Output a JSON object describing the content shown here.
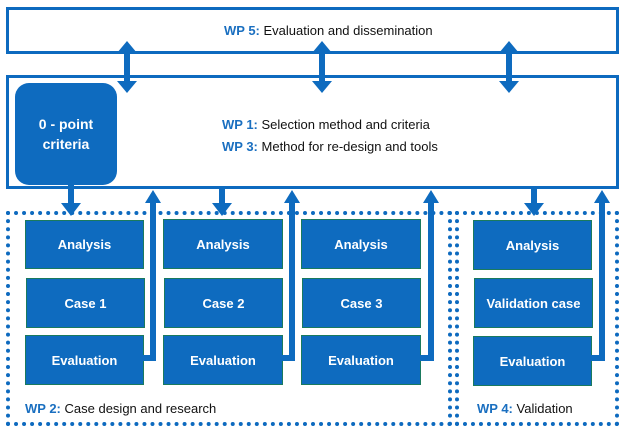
{
  "colors": {
    "primary_blue": "#0e6bbf",
    "wp_label_blue": "#1a6fc0",
    "text": "#111111",
    "block_border": "#1a7a5e"
  },
  "wp5": {
    "tag": "WP 5:",
    "title": "Evaluation and dissemination"
  },
  "main": {
    "lines": [
      {
        "tag": "WP 1:",
        "title": "Selection method and criteria"
      },
      {
        "tag": "WP 3:",
        "title": "Method for re-design and tools"
      }
    ],
    "zero_point": {
      "line1": "0 - point",
      "line2": "criteria"
    }
  },
  "wp2": {
    "tag": "WP 2:",
    "title": "Case design and research",
    "columns": [
      {
        "analysis": "Analysis",
        "case": "Case 1",
        "evaluation": "Evaluation"
      },
      {
        "analysis": "Analysis",
        "case": "Case 2",
        "evaluation": "Evaluation"
      },
      {
        "analysis": "Analysis",
        "case": "Case 3",
        "evaluation": "Evaluation"
      }
    ]
  },
  "wp4": {
    "tag": "WP 4:",
    "title": "Validation",
    "column": {
      "analysis": "Analysis",
      "case": "Validation case",
      "evaluation": "Evaluation"
    }
  }
}
